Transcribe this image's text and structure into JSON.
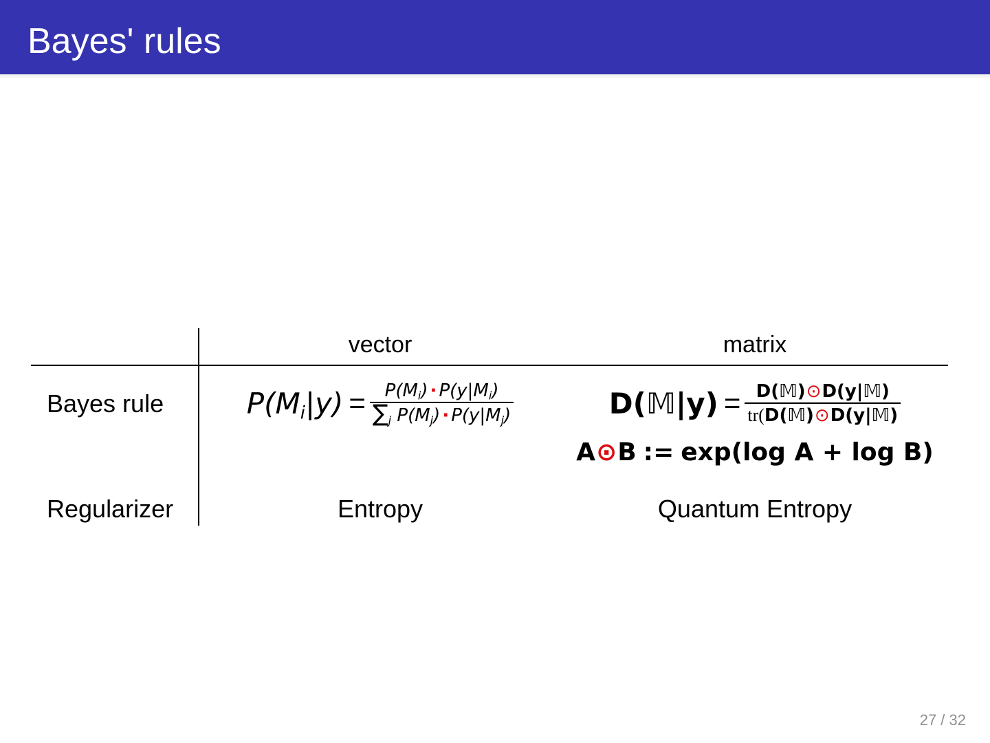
{
  "slide": {
    "title": "Bayes' rules",
    "page_indicator": "27 / 32",
    "colors": {
      "header_blue": "#3533af",
      "accent_red": "#dc0d12"
    }
  },
  "table": {
    "column_headers": {
      "vector": "vector",
      "matrix": "matrix"
    },
    "row_labels": {
      "bayes_rule": "Bayes rule",
      "regularizer": "Regularizer"
    },
    "regularizer_row": {
      "vector": "Entropy",
      "matrix": "Quantum Entropy"
    }
  },
  "formulas": {
    "vector_bayes": {
      "lhs_main": "P(M",
      "lhs_sub": "i",
      "lhs_close": "|y)",
      "equals": "=",
      "numerator": {
        "f1": "P(M",
        "f1_sub": "i",
        "f1_close": ")",
        "dot": "·",
        "f2": "P(y|M",
        "f2_sub": "i",
        "f2_close": ")"
      },
      "denominator": {
        "sum": "∑",
        "sum_sub": "j",
        "f1": "P(M",
        "f1_sub": "j",
        "f1_close": ")",
        "dot": "·",
        "f2": "P(y|M",
        "f2_sub": "j",
        "f2_close": ")"
      }
    },
    "matrix_bayes": {
      "lhs_d": "D(",
      "lhs_m": "𝕄",
      "lhs_close": "|y)",
      "equals": "=",
      "numerator": {
        "b1": "D(",
        "bb1": "𝕄",
        "b2": ")",
        "odot": "⊙",
        "b3": "D(y|",
        "bb2": "𝕄",
        "b4": ")"
      },
      "denominator": {
        "tr": "tr(",
        "b1": "D(",
        "bb1": "𝕄",
        "b2": ")",
        "odot": "⊙",
        "b3": "D(y|",
        "bb2": "𝕄",
        "b4": ")"
      },
      "definition": {
        "a": "A",
        "odot": "⊙",
        "b": "B",
        "assign": ":=",
        "rhs": "exp(log A + log B)"
      }
    }
  }
}
